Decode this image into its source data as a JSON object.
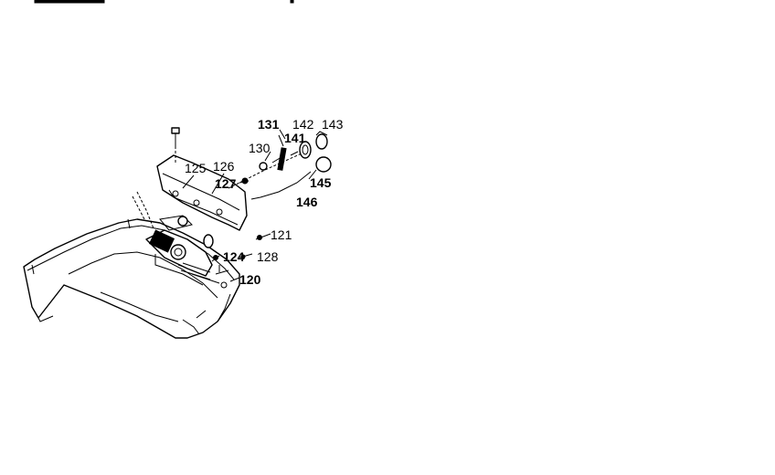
{
  "diagram": {
    "callouts": [
      {
        "id": "c131",
        "text": "131",
        "bold": true
      },
      {
        "id": "c142",
        "text": "142",
        "bold": false
      },
      {
        "id": "c143",
        "text": "143",
        "bold": false
      },
      {
        "id": "c141",
        "text": "141",
        "bold": true
      },
      {
        "id": "c130",
        "text": "130",
        "bold": false
      },
      {
        "id": "c125",
        "text": "125",
        "bold": false
      },
      {
        "id": "c126",
        "text": "126",
        "bold": false
      },
      {
        "id": "c127",
        "text": "127",
        "bold": true
      },
      {
        "id": "c145",
        "text": "145",
        "bold": true
      },
      {
        "id": "c146",
        "text": "146",
        "bold": true
      },
      {
        "id": "c121",
        "text": "121",
        "bold": false
      },
      {
        "id": "c124",
        "text": "124",
        "bold": true
      },
      {
        "id": "c128",
        "text": "128",
        "bold": false
      },
      {
        "id": "c120",
        "text": "120",
        "bold": true
      }
    ]
  }
}
